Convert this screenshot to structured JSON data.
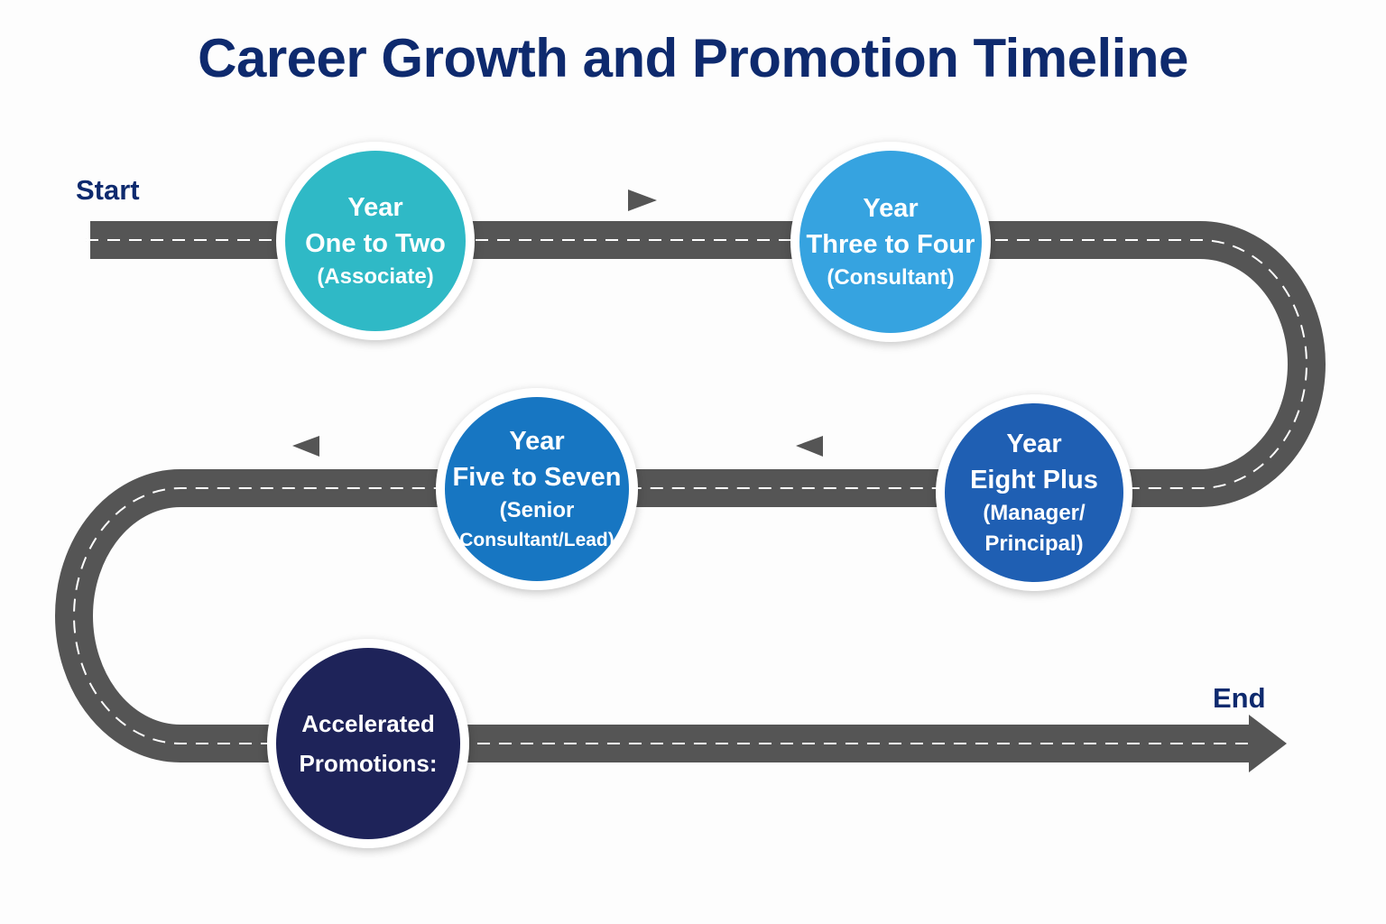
{
  "title": "Career Growth and Promotion Timeline",
  "start_label": "Start",
  "end_label": "End",
  "colors": {
    "title": "#0e2a6e",
    "road": "#555555",
    "road_dash": "#ffffff",
    "node_ring": "#ffffff"
  },
  "milestones": [
    {
      "line1": "Year",
      "line2": "One to Two",
      "line3": "(Associate)",
      "color": "#2fb9c6"
    },
    {
      "line1": "Year",
      "line2": "Three to Four",
      "line3": "(Consultant)",
      "color": "#36a3e0"
    },
    {
      "line1": "Year",
      "line2": "Eight Plus",
      "line3": "(Manager/",
      "line4": "Principal)",
      "color": "#1f5fb3"
    },
    {
      "line1": "Year",
      "line2": "Five to Seven",
      "line3": "(Senior",
      "line4": "Consultant/Lead)",
      "color": "#1776c2"
    },
    {
      "line1": "Accelerated",
      "line2": "Promotions:",
      "color": "#1e2359"
    }
  ],
  "direction_arrows": [
    "right",
    "left",
    "left"
  ]
}
